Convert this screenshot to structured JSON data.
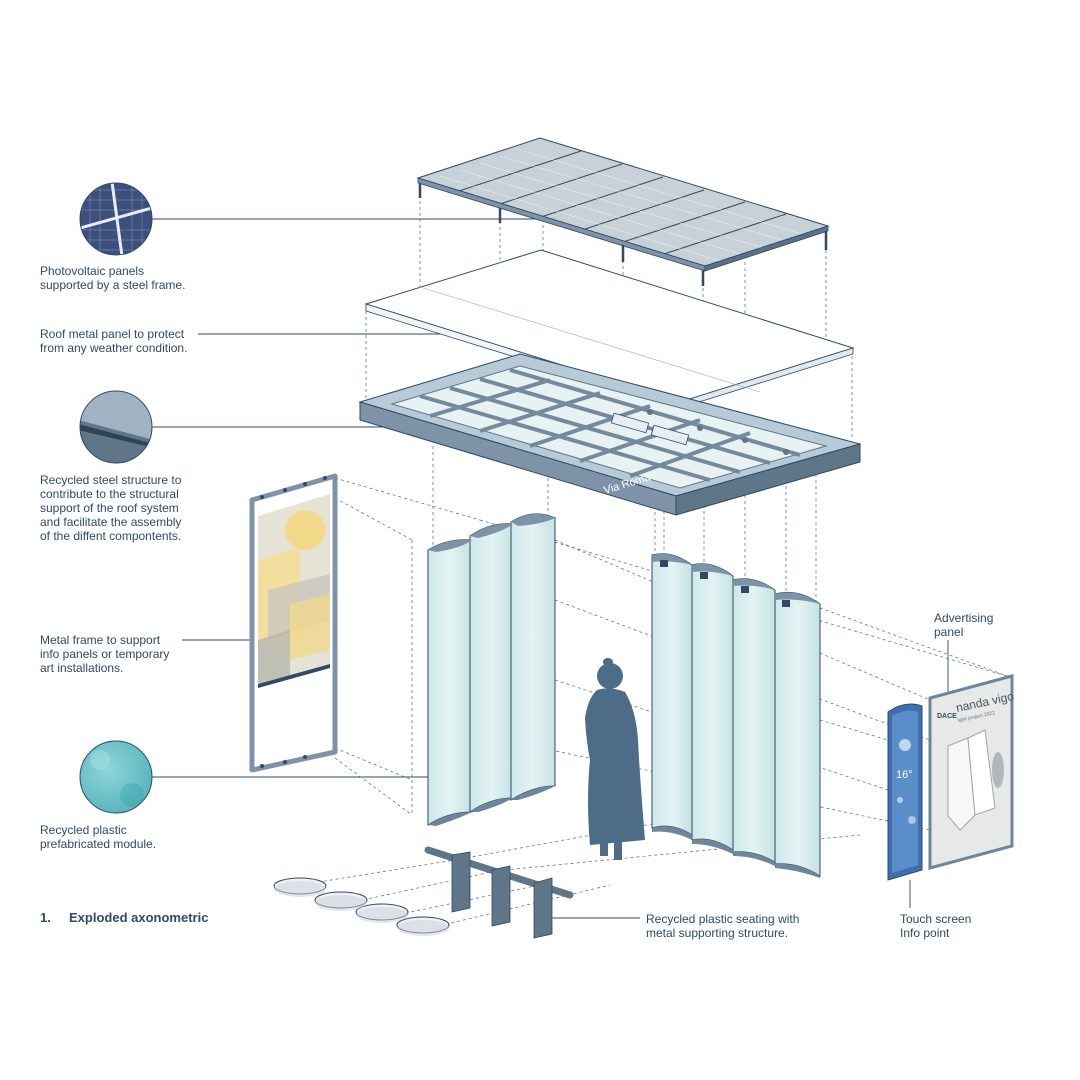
{
  "colors": {
    "ink": "#2f4a66",
    "steel": "#7f93a8",
    "glass": "#d9eeee",
    "solar": "#c3ccd6",
    "panel_bg": "#e6e8ea"
  },
  "labels": {
    "photovoltaic": "Photovoltaic panels\nsupported by a steel frame.",
    "roof": "Roof metal panel to protect\nfrom any weather condition.",
    "steel_structure": "Recycled steel structure to\ncontribute to the structural\nsupport of the roof system\nand facilitate the assembly\nof the diffent compontents.",
    "metal_frame": "Metal frame to support\ninfo panels or temporary\nart installations.",
    "plastic_module": "Recycled plastic\nprefabricated module.",
    "advertising": "Advertising\npanel",
    "seating": "Recycled plastic seating with\nmetal supporting structure.",
    "touch_screen": "Touch screen\nInfo point"
  },
  "caption": {
    "number": "1.",
    "text": "Exploded axonometric"
  },
  "structure_text": "Via Roma",
  "advert": {
    "logo": "DACE",
    "title": "nanda vigo",
    "subtitle": "light project 2022"
  },
  "touch_screen": {
    "temperature": "16°"
  },
  "icons": [
    "solar-panel-icon",
    "roof-panel-icon",
    "steel-structure-icon",
    "plastic-module-icon"
  ]
}
